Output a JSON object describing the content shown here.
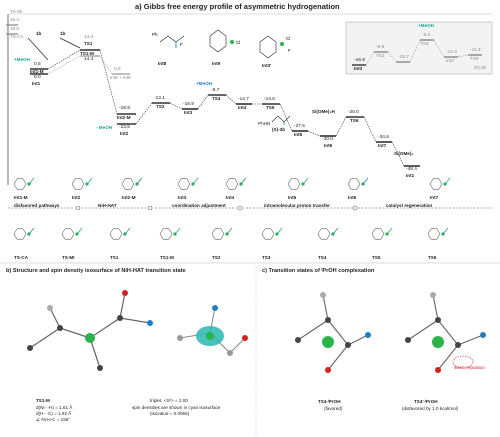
{
  "panel_a": {
    "title": "a) Gibbs free energy profile of asymmetric hydrogenation",
    "left_ref": {
      "ts_mi": "TS-MI",
      "ts_mi_value": "18.4",
      "value_18": "18.0",
      "ts_ca": "TS-CA"
    },
    "labels": {
      "lb1": "1b",
      "lb2": "1b",
      "meoh1": "+MeOH",
      "int1m": "Int1-M",
      "int1": "Int1",
      "ts1m": "TS1-M",
      "ts1": "TS1",
      "meoh_minus": "- MeOH",
      "int2m": "Int2-M",
      "int2": "Int2",
      "ts2": "TS2",
      "int3": "Int3",
      "meoh2": "+MeOH",
      "ts4": "TS4",
      "int4": "Int4",
      "ts5": "TS5",
      "int5": "Int5",
      "int6": "Int6",
      "ts6": "TS6",
      "int7": "Int7",
      "int1b": "Int1",
      "int8_9": "Int8 + Int9",
      "product": "(S)-3b",
      "product_formula": "PhHN",
      "silane": "Si(OMe)₃H",
      "siome4": "Si(OMe)₄",
      "int8": "Int8",
      "int9": "Int9",
      "int3p": "Int3'"
    },
    "values": {
      "v05": "0.5",
      "v00": "0.0",
      "v144a": "14.4",
      "v144b": "14.4",
      "v06": "0.6",
      "vm189": "-18.9",
      "vm236": "-23.6",
      "vm131": "-13.1",
      "vm169": "-16.9",
      "vm97": "-9.7",
      "vm147": "-14.7",
      "vm146": "-14.6",
      "vm275": "-27.5",
      "vm300": "-30.0",
      "vm200": "-20.0",
      "vm346": "-34.6",
      "vm484": "-48.4"
    },
    "inset": {
      "int3": "Int3",
      "ts3": "TS3",
      "meoh": "+MeOH",
      "ts4p": "TS4'",
      "int4p": "Int4'",
      "ts5p": "TS5'",
      "product": "(R)-3b",
      "v169": "-16.9",
      "v98": "-9.8",
      "v157": "-15.7",
      "v52": "-5.2",
      "v124": "-12.4",
      "v113": "-11.3"
    },
    "structures_row1": [
      "Int1-M",
      "Int2",
      "Int2-M",
      "Int3",
      "Int4",
      "Int5",
      "Int6",
      "Int7"
    ],
    "stages": [
      "disfavored pathways",
      "NiH-HAT",
      "coordination adjustment",
      "intramolecular proton transfer",
      "catalyst regeneration"
    ],
    "structures_row2": [
      "TS-CA",
      "TS-MI",
      "TS1",
      "TS1-M",
      "TS2",
      "TS3",
      "TS4",
      "TS5",
      "TS6"
    ]
  },
  "panel_b": {
    "title": "Structure and spin density isosurface of NiH-HAT transition state",
    "label": "b)",
    "ts_name": "TS1-M",
    "metrics": [
      "d(Ni···H) = 1.61 Å",
      "d(H···C) = 1.92 Å",
      "∠ Ni-H-C = 156°"
    ],
    "spin_line1": "triplet, <S²> = 2.00",
    "spin_line2": "spin densities are shown in cyan isosurface",
    "spin_line3": "(isovalue = 0.0055)"
  },
  "panel_c": {
    "label": "c)",
    "title": "Transition states of ᴵPrOH complexation",
    "ts4": "TS4-ᴵPrOH",
    "ts4_note": "(favored)",
    "ts4p": "TS4'-ᴵPrOH",
    "ts4p_note": "(disfavored by 1.0 kcal/mol)",
    "steric": "steric repulsion"
  },
  "colors": {
    "blue": "#1f7fc1",
    "teal": "#1aa79a",
    "red": "#d32020",
    "nickel": "#2bb24c",
    "grey": "#8a8a8a"
  }
}
